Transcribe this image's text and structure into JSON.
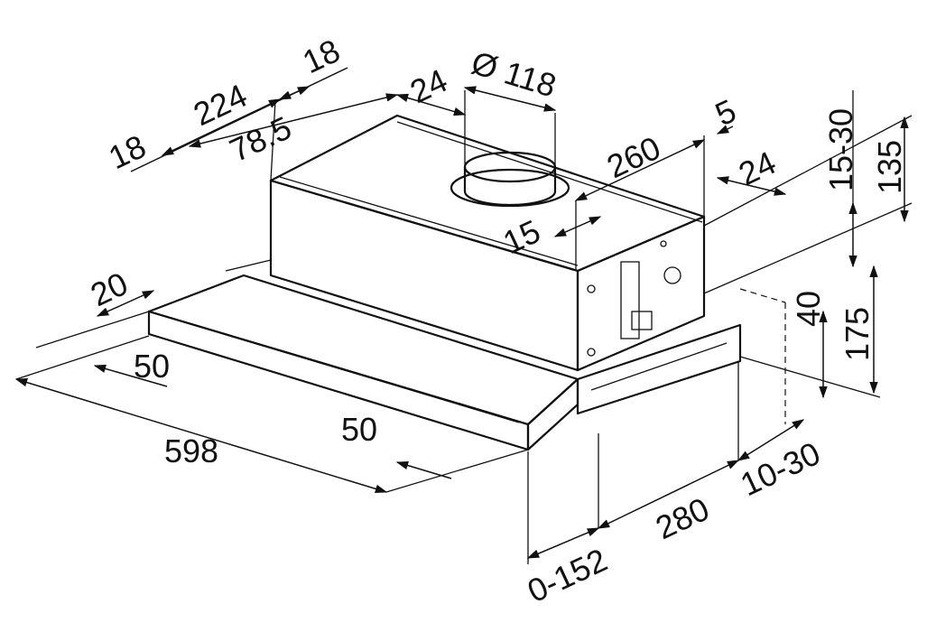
{
  "labels": {
    "d_18_left": "18",
    "d_224": "224",
    "d_18_top": "18",
    "d_78_5": "78.5",
    "d_24_top": "24",
    "d_118": "Ø 118",
    "d_260": "260",
    "d_5": "5",
    "d_24_right": "24",
    "d_15_30": "15-30",
    "d_135": "135",
    "d_15": "15",
    "d_20": "20",
    "d_50_left": "50",
    "d_40": "40",
    "d_175": "175",
    "d_598": "598",
    "d_50_mid": "50",
    "d_10_30": "10-30",
    "d_280": "280",
    "d_0_152": "0-152"
  },
  "colors": {
    "line": "#111111",
    "background": "#ffffff"
  }
}
